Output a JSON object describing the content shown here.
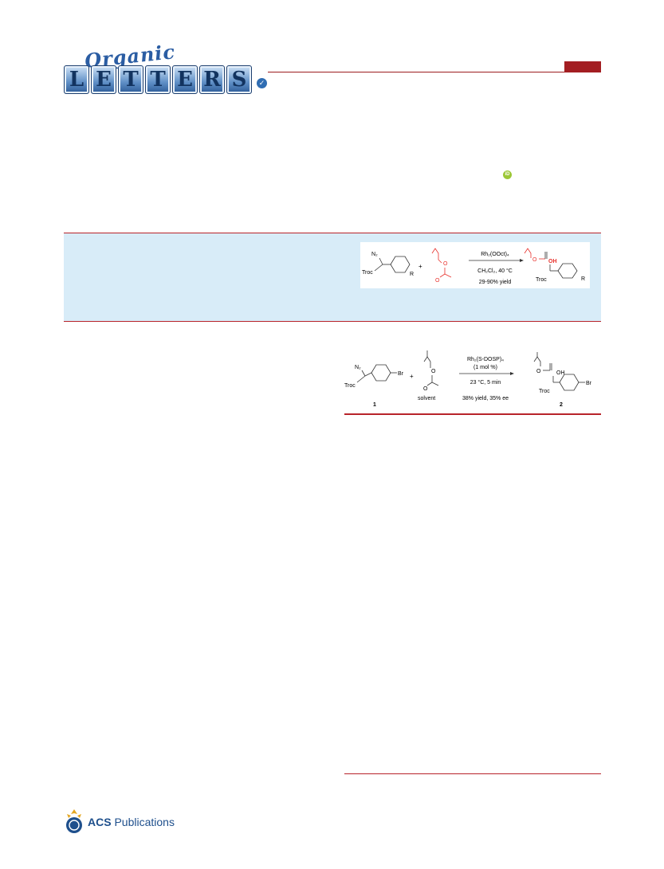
{
  "journal": {
    "script_word": "Organic",
    "tiles": [
      "L",
      "E",
      "T",
      "T",
      "E",
      "R",
      "S"
    ],
    "brand_color": "#2b5da3",
    "accent_color": "#a31e22"
  },
  "orcid": {
    "icon": "orcid-icon",
    "color": "#9cc736"
  },
  "toc": {
    "reagent": "N₂",
    "troc_left": "Troc",
    "plus": "+",
    "r_left": "R",
    "catalyst": "Rh₂(OOct)₄",
    "conditions": "CH₂Cl₂, 40 °C",
    "yield": "29-90% yield",
    "ketone_o": "O",
    "ester_o": "O",
    "product_o": "O",
    "oh": "OH",
    "troc_right": "Troc",
    "r_right": "R",
    "highlight_color": "#e8312c"
  },
  "scheme1": {
    "reagent": "N₂",
    "troc_left": "Troc",
    "br_left": "Br",
    "plus": "+",
    "ester_o1": "O",
    "ester_o2": "O",
    "solvent_label": "solvent",
    "catalyst": "Rh₂(S-DOSP)₄",
    "loading": "(1 mol %)",
    "conditions": "23 °C, 5 min",
    "outcome": "38% yield, 35% ee",
    "product_o": "O",
    "oh": "OH",
    "troc_right": "Troc",
    "br_right": "Br",
    "compound_1": "1",
    "compound_2": "2"
  },
  "footer": {
    "publisher_bold": "ACS",
    "publisher_rest": "Publications"
  }
}
